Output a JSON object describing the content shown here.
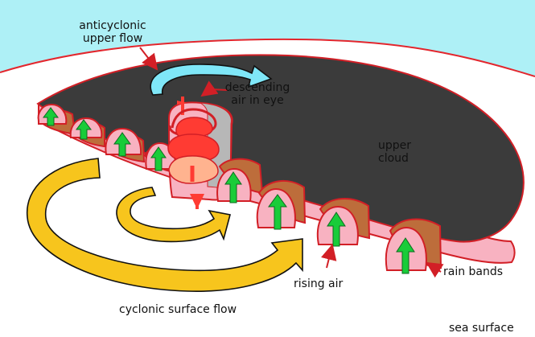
{
  "diagram": {
    "labels": {
      "anticyclonic_upper_flow": "anticyclonic\nupper flow",
      "descending_air_in_eye": "descending\nair in eye",
      "upper_cloud": "upper\ncloud",
      "rising_air": "rising air",
      "rain_bands": "rain bands",
      "cyclonic_surface_flow": "cyclonic surface flow",
      "sea_surface": "sea surface"
    },
    "colors": {
      "sky": "#aef0f6",
      "horizon_line": "#e3262d",
      "upper_cloud": "#3b3b3b",
      "cloud_outline": "#d21f26",
      "cloud_underside": "#f8b2c1",
      "rain_band_shadow": "#bd6d3b",
      "rising_air_arrow": "#19cc39",
      "descending_air": "#ff3b33",
      "eye_wall": "#b7b7b7",
      "anticyclonic_arrow": "#7fe7f8",
      "cyclonic_arrow": "#f7c51d"
    },
    "icons": [
      "rising-air-arrow-icon",
      "descending-air-spiral-icon",
      "anticyclonic-flow-arrow-icon",
      "cyclonic-flow-arrow-icon",
      "leader-line-arrow-icon"
    ]
  }
}
